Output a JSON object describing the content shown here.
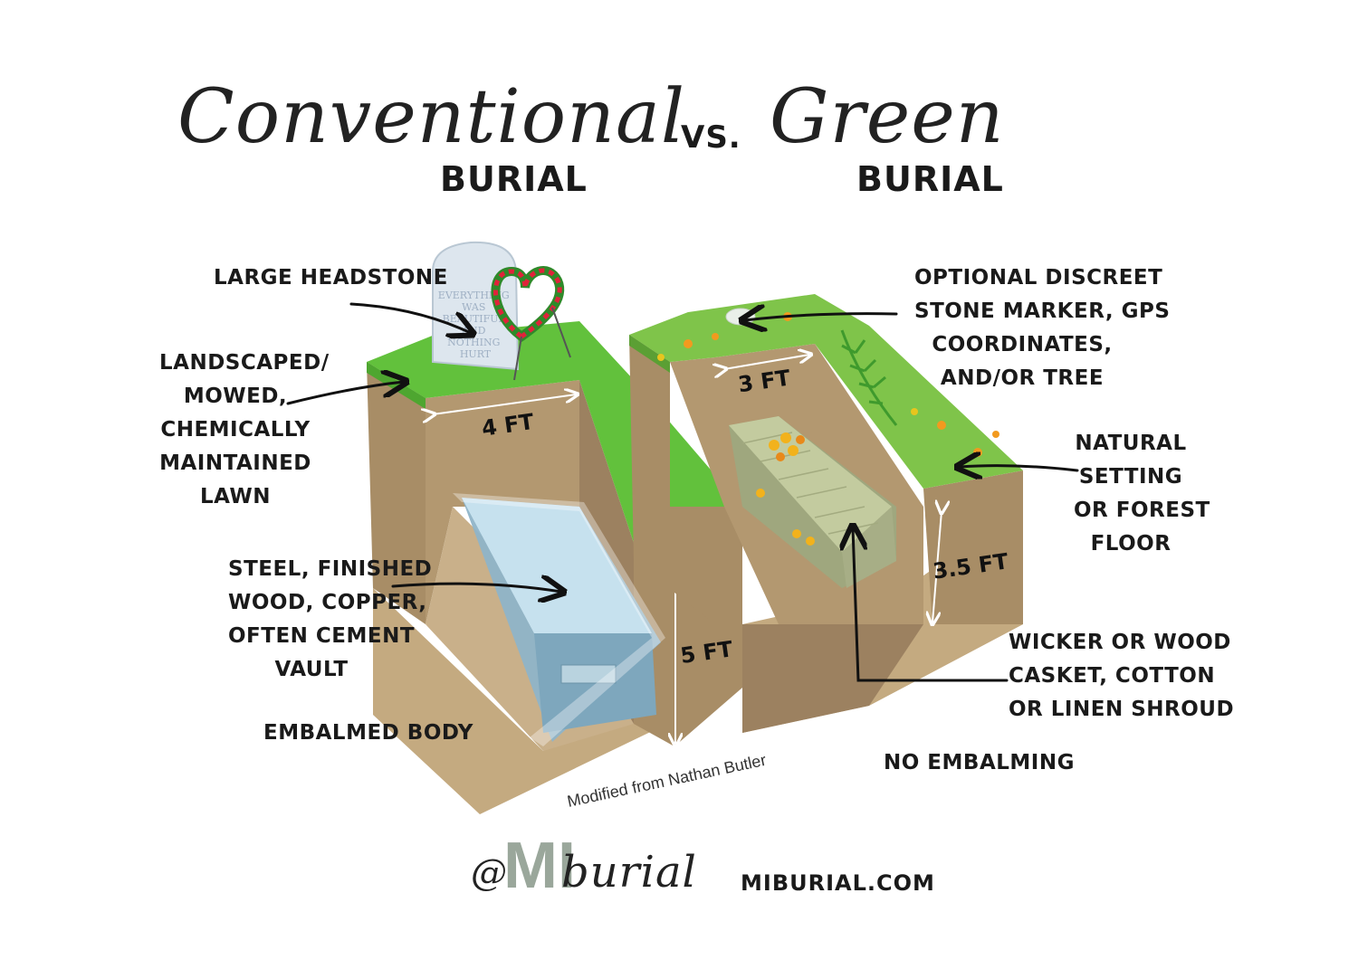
{
  "titles": {
    "conventional_script": "Conventional",
    "conventional_sub": "BURIAL",
    "vs": "VS.",
    "green_script": "Green",
    "green_sub": "BURIAL"
  },
  "conventional": {
    "headstone_label": [
      "LARGE HEADSTONE"
    ],
    "headstone_inscription": [
      "EVERYTHING",
      "WAS",
      "BEAUTIFUL",
      "AND",
      "NOTHING",
      "HURT"
    ],
    "lawn_label": [
      "LANDSCAPED/",
      "MOWED,",
      "CHEMICALLY",
      "MAINTAINED",
      "LAWN"
    ],
    "casket_label": [
      "STEEL, FINISHED",
      "WOOD, COPPER,",
      "OFTEN CEMENT",
      "VAULT"
    ],
    "body_label": "EMBALMED BODY",
    "width_dim": "4 FT",
    "depth_dim": "5 FT"
  },
  "green": {
    "marker_label": [
      "OPTIONAL DISCREET",
      "STONE MARKER, GPS",
      "COORDINATES,",
      "AND/OR TREE"
    ],
    "setting_label": [
      "NATURAL",
      "SETTING",
      "OR FOREST",
      "FLOOR"
    ],
    "casket_label": [
      "WICKER OR WOOD",
      "CASKET, COTTON",
      "OR LINEN SHROUD"
    ],
    "body_label": "NO EMBALMING",
    "width_dim": "3 FT",
    "depth_dim": "3.5 FT"
  },
  "credit": "Modified from Nathan Butler",
  "footer": {
    "logo_at": "@",
    "logo_mark": "MI",
    "logo_word": "burial",
    "website": "MIBURIAL.COM"
  },
  "colors": {
    "soil": "#b59a72",
    "soil_dark": "#8f7552",
    "grass": "#5fbf3a",
    "casket_steel": "#a9c9d8",
    "wicker": "#b9c29a",
    "logo": "#9aa79b"
  }
}
